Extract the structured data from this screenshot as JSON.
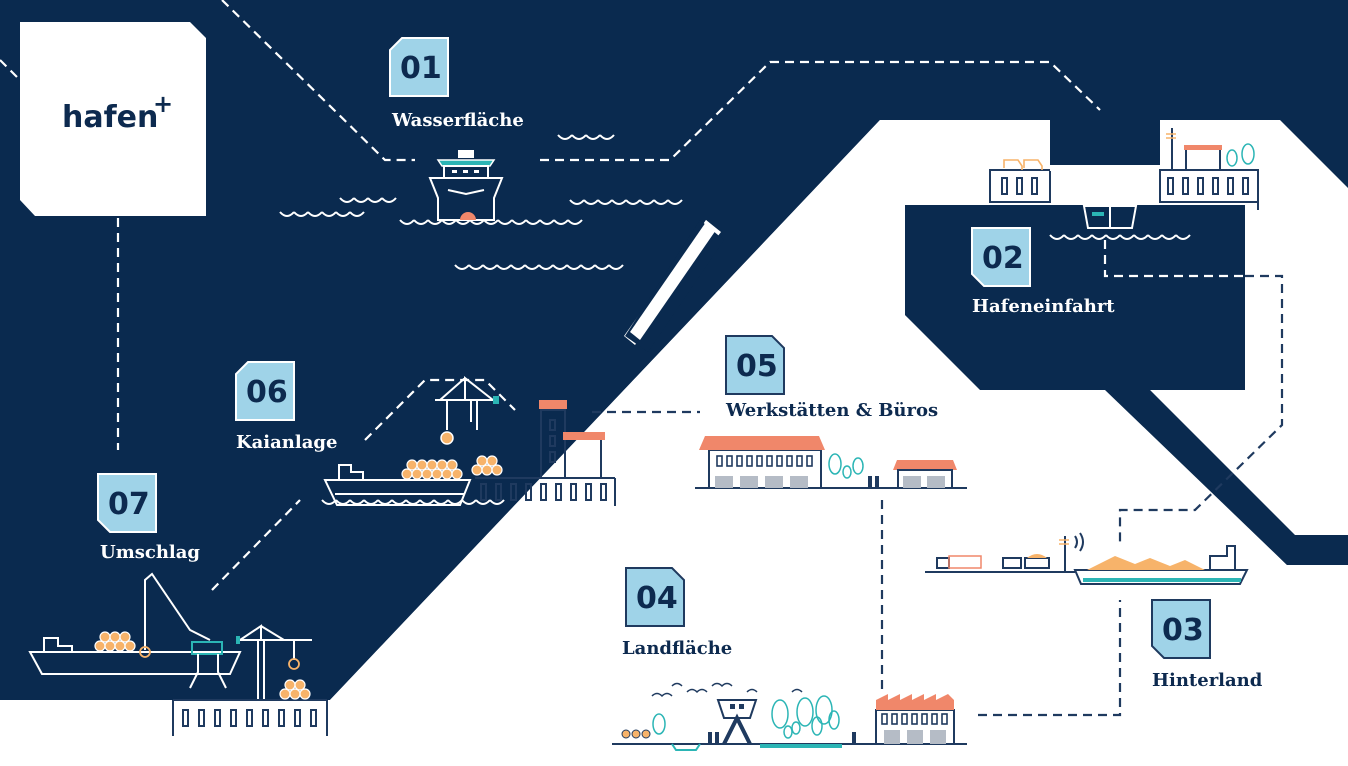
{
  "logo": {
    "text": "hafen",
    "superscript": "+"
  },
  "colors": {
    "water": "#0a2a4f",
    "land": "#ffffff",
    "badge_fill": "#9fd3e8",
    "badge_text": "#0d2a4f",
    "accent_orange": "#f0876a",
    "accent_sand": "#f7b36a",
    "accent_teal": "#2bb5b5",
    "line_dark": "#1f3a5f"
  },
  "areas": [
    {
      "number": "01",
      "label": "Wasserfläche"
    },
    {
      "number": "02",
      "label": "Hafeneinfahrt"
    },
    {
      "number": "03",
      "label": "Hinterland"
    },
    {
      "number": "04",
      "label": "Landfläche"
    },
    {
      "number": "05",
      "label": "Werkstätten & Büros"
    },
    {
      "number": "06",
      "label": "Kaianlage"
    },
    {
      "number": "07",
      "label": "Umschlag"
    }
  ],
  "icons": {
    "ship": "ship-icon",
    "crane": "crane-icon",
    "building": "building-icon",
    "tree": "tree-icon",
    "truck": "truck-icon",
    "barge": "barge-icon",
    "factory": "factory-icon",
    "wave": "wave-icon"
  }
}
